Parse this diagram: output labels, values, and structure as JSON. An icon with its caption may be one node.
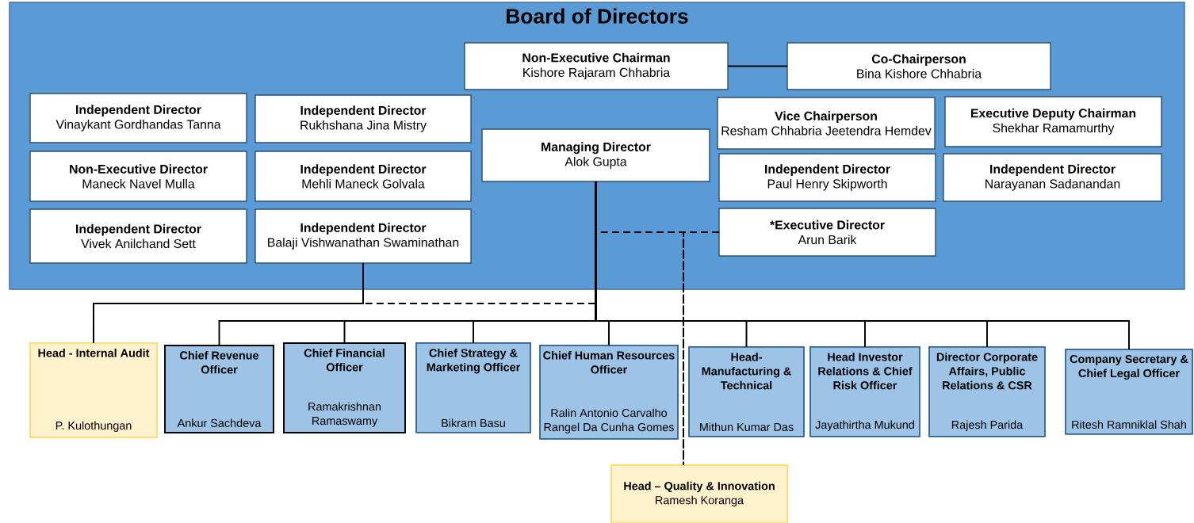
{
  "diagram": {
    "nodes": [
      {
        "text": [
          "Board of Directors"
        ]
      },
      {
        "text": [
          "Non-Executive Chairman",
          "Kishore Rajaram Chhabria"
        ],
        "in": 0
      },
      {
        "text": [
          "Co-Chairperson",
          "Bina Kishore Chhabria"
        ],
        "in": 0
      },
      {
        "text": [
          "Independent Director",
          "Vinaykant Gordhandas Tanna"
        ],
        "in": 0
      },
      {
        "text": [
          "Independent Director",
          "Rukhshana Jina Mistry"
        ],
        "in": 0
      },
      {
        "text": [
          "Vice Chairperson",
          "Resham Chhabria Jeetendra Hemdev"
        ],
        "in": 0
      },
      {
        "text": [
          "Executive Deputy Chairman",
          "Shekhar Ramamurthy"
        ],
        "in": 0
      },
      {
        "text": [
          "Managing Director",
          "Alok Gupta"
        ],
        "in": 0
      },
      {
        "text": [
          "Non-Executive Director",
          "Maneck Navel Mulla"
        ],
        "in": 0
      },
      {
        "text": [
          "Independent Director",
          "Mehli Maneck Golvala"
        ],
        "in": 0
      },
      {
        "text": [
          "Independent Director",
          "Paul Henry Skipworth"
        ],
        "in": 0
      },
      {
        "text": [
          "Independent Director",
          "Narayanan Sadanandan"
        ],
        "in": 0
      },
      {
        "text": [
          "Independent Director",
          "Vivek Anilchand Sett"
        ],
        "in": 0
      },
      {
        "text": [
          "Independent Director",
          "Balaji Vishwanathan Swaminathan"
        ],
        "in": 0
      },
      {
        "text": [
          "*Executive Director",
          "Arun Barik"
        ],
        "in": 0
      },
      {
        "text": [
          "Head - Internal Audit",
          "P. Kulothungan"
        ]
      },
      {
        "text": [
          "Chief Revenue Officer",
          "Ankur Sachdeva"
        ]
      },
      {
        "text": [
          "Chief Financial Officer",
          "Ramakrishnan Ramaswamy"
        ]
      },
      {
        "text": [
          "Chief Strategy & Marketing Officer",
          "Bikram Basu"
        ]
      },
      {
        "text": [
          "Chief Human Resources Officer",
          "Ralin Antonio Carvalho Rangel Da Cunha Gomes"
        ]
      },
      {
        "text": [
          "Head- Manufacturing & Technical",
          "Mithun Kumar Das"
        ]
      },
      {
        "text": [
          "Head Investor Relations & Chief Risk Officer",
          "Jayathirtha Mukund"
        ]
      },
      {
        "text": [
          "Director Corporate Affairs, Public Relations & CSR",
          "Rajesh Parida"
        ]
      },
      {
        "text": [
          "Company Secretary & Chief Legal Officer",
          "Ritesh Ramniklal Shah"
        ]
      },
      {
        "text": [
          "Head – Quality & Innovation",
          "Ramesh Koranga"
        ]
      }
    ],
    "edges": [
      {
        "from": 1,
        "to": 2,
        "arrow": "none"
      },
      {
        "from": 7,
        "to": 15,
        "arrow": "none",
        "style": "dashed"
      },
      {
        "from": 7,
        "to": 24,
        "arrow": "none",
        "style": "dashed"
      },
      {
        "from": 14,
        "to": 24,
        "arrow": "none",
        "style": "dashed"
      },
      {
        "from": 13,
        "to": 15,
        "arrow": "none"
      },
      {
        "from": 7,
        "to": 16,
        "arrow": "none"
      },
      {
        "from": 7,
        "to": 17,
        "arrow": "none"
      },
      {
        "from": 7,
        "to": 18,
        "arrow": "none"
      },
      {
        "from": 7,
        "to": 19,
        "arrow": "none"
      },
      {
        "from": 7,
        "to": 20,
        "arrow": "none"
      },
      {
        "from": 7,
        "to": 21,
        "arrow": "none"
      },
      {
        "from": 7,
        "to": 22,
        "arrow": "none"
      },
      {
        "from": 7,
        "to": 23,
        "arrow": "none"
      }
    ]
  }
}
